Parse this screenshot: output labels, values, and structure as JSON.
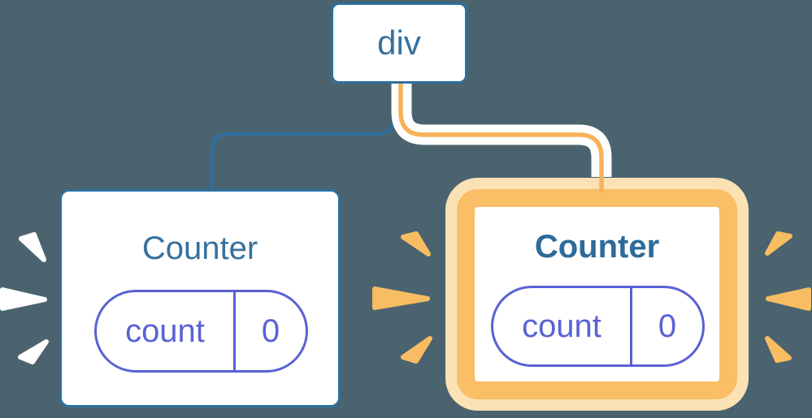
{
  "diagram": {
    "root_node": {
      "label": "div"
    },
    "left_counter": {
      "title": "Counter",
      "state_key": "count",
      "state_value": "0",
      "highlighted": false
    },
    "right_counter": {
      "title": "Counter",
      "state_key": "count",
      "state_value": "0",
      "highlighted": true
    },
    "colors": {
      "background": "#4A636E",
      "node_border_blue": "#2E6F9F",
      "title_text_blue": "#35719E",
      "title_text_blue_bold": "#2C6B9A",
      "state_purple": "#5A61D4",
      "highlight_orange": "#F9BE66",
      "highlight_orange_light": "#FCE1B5",
      "burst_orange": "#F8BC62",
      "burst_white": "#FFFFFF",
      "connector_casing": "#FFFFFF",
      "connector_core_orange": "#F7B258"
    }
  }
}
